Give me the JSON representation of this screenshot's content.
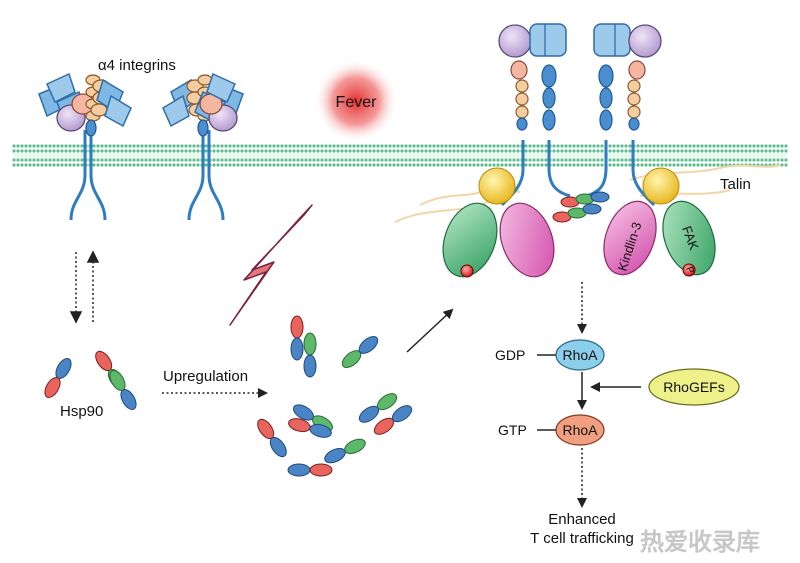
{
  "labels": {
    "integrins": "α4 integrins",
    "fever": "Fever",
    "talin": "Talin",
    "kindlin": "Kindlin-3",
    "fak": "FAK",
    "p": "P",
    "hsp90": "Hsp90",
    "upregulation": "Upregulation",
    "gdp": "GDP",
    "gtp": "GTP",
    "rhoa": "RhoA",
    "rhogefs": "RhoGEFs",
    "enhanced": "Enhanced",
    "trafficking": "T cell trafficking",
    "watermark": "热爱收录库"
  },
  "colors": {
    "membrane": "#5fbf8f",
    "hsp_blue": "#4a84c4",
    "hsp_red": "#e8645c",
    "hsp_green": "#5db86a",
    "integrin_blue": "#2f7cc0",
    "integrin_peach": "#f2c49a",
    "integrin_purple": "#c8b4d8",
    "talin_yellow": "#f2cf3c",
    "rhoa_blue": "#8ccfea",
    "rhoa_salmon": "#f0a080",
    "rhogef_yellow": "#eef08a",
    "fever_red": "#e53030",
    "lightning_red": "#c8202a"
  }
}
